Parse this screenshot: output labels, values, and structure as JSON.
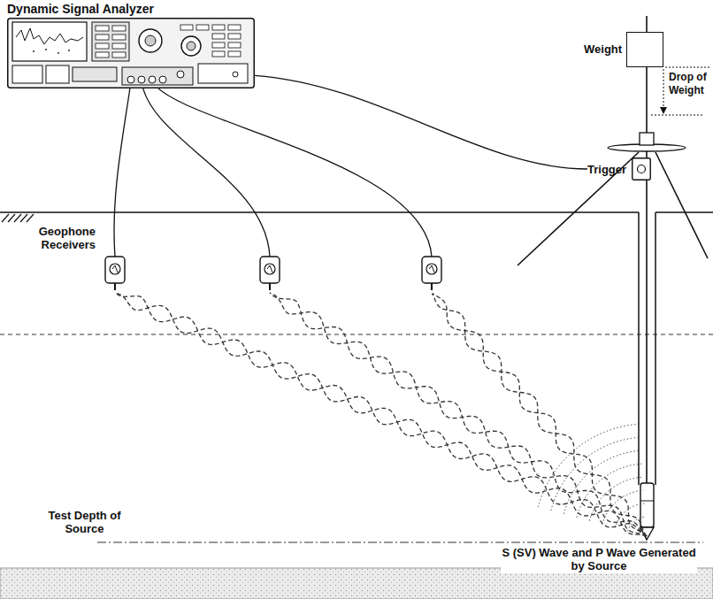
{
  "diagram": {
    "nodes": [
      {
        "text": [
          "Dynamic Signal Analyzer"
        ]
      },
      {
        "text": [
          "Weight"
        ]
      },
      {
        "text": [
          "Trigger"
        ]
      }
    ],
    "edges": [
      {
        "from": 0,
        "to": 2,
        "arrow": "none"
      }
    ],
    "labels": [
      "Drop of Weight",
      "Geophone Receivers",
      "Test Depth of Source",
      "S (SV) Wave and P Wave Generated by Source"
    ]
  }
}
